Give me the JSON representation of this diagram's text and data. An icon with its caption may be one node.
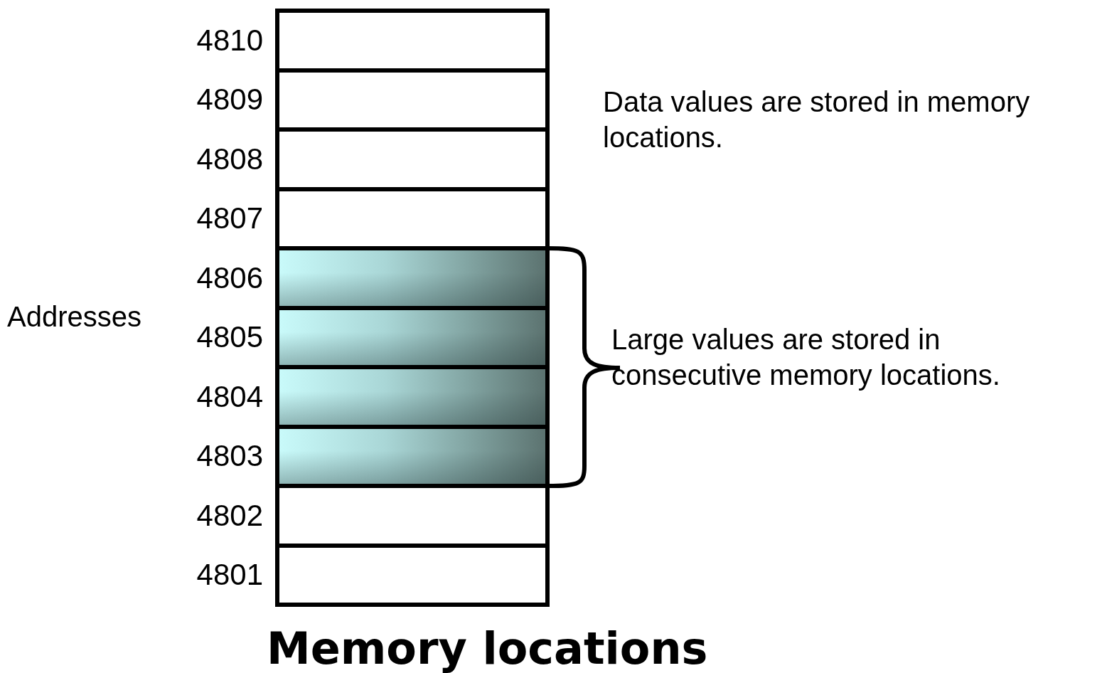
{
  "diagram": {
    "caption": "Memory locations",
    "nodes": [
      {
        "text": [],
        "shape": "box",
        "beside": [
          "4810"
        ]
      },
      {
        "text": [],
        "shape": "box",
        "beside": [
          "4809"
        ]
      },
      {
        "text": [],
        "shape": "box",
        "beside": [
          "4808"
        ]
      },
      {
        "text": [],
        "shape": "box",
        "beside": [
          "4807"
        ]
      },
      {
        "text": [],
        "shape": "box",
        "beside": [
          "4806"
        ]
      },
      {
        "text": [],
        "shape": "box",
        "beside": [
          "4805"
        ]
      },
      {
        "text": [],
        "shape": "box",
        "beside": [
          "4804"
        ]
      },
      {
        "text": [],
        "shape": "box",
        "beside": [
          "4803"
        ]
      },
      {
        "text": [],
        "shape": "box",
        "beside": [
          "4802"
        ]
      },
      {
        "text": [],
        "shape": "box",
        "beside": [
          "4801"
        ]
      }
    ],
    "edges": [],
    "labels": [
      "Addresses",
      "Data values are stored in memory locations.",
      "Large values are stored in consecutive memory locations."
    ]
  }
}
